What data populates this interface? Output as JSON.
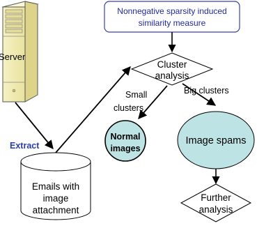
{
  "measure_box": {
    "line1": "Nonnegative sparsity induced",
    "line2": "similarity measure"
  },
  "server": {
    "label": "Server"
  },
  "cluster": {
    "line1": "Cluster",
    "line2": "analysis"
  },
  "edges": {
    "extract": "Extract",
    "small_line1": "Small",
    "small_line2": "clusters",
    "big": "Big clusters"
  },
  "normal_images": {
    "line1": "Normal",
    "line2": "images"
  },
  "image_spams": {
    "label": "Image spams"
  },
  "emails": {
    "line1": "Emails with",
    "line2": "image",
    "line3": "attachment"
  },
  "further": {
    "line1": "Further",
    "line2": "analysis"
  },
  "colors": {
    "server_fill": "#f3eeb4",
    "server_panel": "#ece6a6",
    "teal_fill": "#bde3e5",
    "box_border": "#3b3fb0",
    "extract_text": "#2b3da8"
  }
}
